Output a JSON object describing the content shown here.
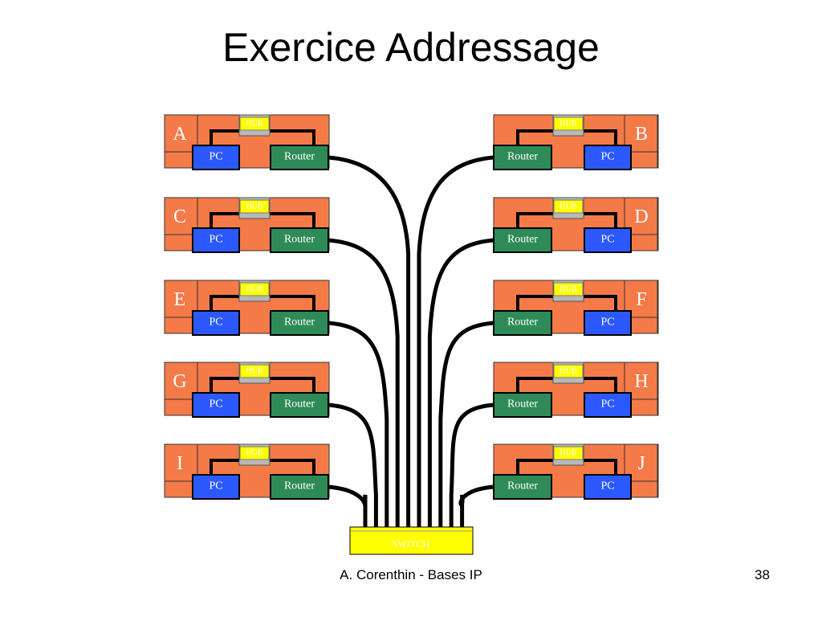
{
  "slide": {
    "title": "Exercice Addressage",
    "footer_author": "A. Corenthin - Bases IP",
    "page_number": "38"
  },
  "labels": {
    "hub": "HUB",
    "pc": "PC",
    "router": "Router",
    "switch": "SWITCH"
  },
  "colors": {
    "panel": "#f47a48",
    "pc": "#2b59ff",
    "router": "#2e8b57",
    "hub": "#ffff00",
    "switch": "#ffff00",
    "cable": "#000000",
    "text_light": "#ffffff"
  },
  "networks": {
    "left": [
      "A",
      "C",
      "E",
      "G",
      "I"
    ],
    "right": [
      "B",
      "D",
      "F",
      "H",
      "J"
    ]
  }
}
